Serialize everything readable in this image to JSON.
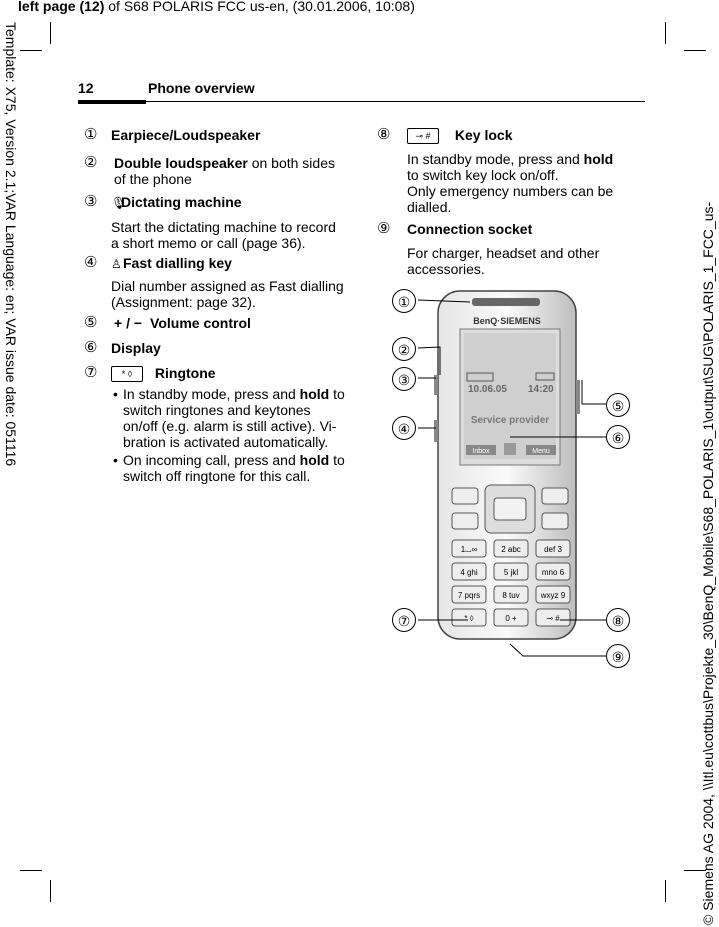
{
  "header": {
    "bold": "left page (12)",
    "rest": " of S68 POLARIS FCC us-en,  (30.01.2006, 10:08)"
  },
  "side_left": "Template: X75, Version 2.1;VAR Language: en; VAR issue date: 051116",
  "side_right": "© Siemens AG 2004, \\\\Itl.eu\\cottbus\\Projekte_30\\BenQ_Mobile\\S68_POLARIS_1\\output\\SUG\\POLARIS_1_FCC_us-",
  "page": {
    "number": "12",
    "title": "Phone overview"
  },
  "items": [
    {
      "num": "①",
      "title": "Earpiece/Loudspeaker"
    },
    {
      "num": "②",
      "title": "Double loudspeaker",
      "suffix": " on both sides of the phone"
    },
    {
      "num": "③",
      "title": "Dictating machine",
      "text": "Start the dictating machine to record a short memo or call (page 36)."
    },
    {
      "num": "④",
      "title": "Fast dialling key",
      "text": "Dial number assigned as Fast dialling (Assignment: page 32)."
    },
    {
      "num": "⑤",
      "prefix": "+ /  −",
      "title": "Volume control"
    },
    {
      "num": "⑥",
      "title": "Display"
    },
    {
      "num": "⑦",
      "key": "* ◊",
      "title": "Ringtone",
      "bullets": [
        {
          "a": "In standby mode, press and ",
          "b": "hold",
          "c": " to switch ringtones and keytones on/off (e.g. alarm is still active). Vi-bration is activated automatically."
        },
        {
          "a": "On incoming call, press and ",
          "b": "hold",
          "c": " to switch off ringtone for this call."
        }
      ]
    },
    {
      "num": "⑧",
      "key": "⊸ #",
      "title": "Key lock",
      "text_a": "In standby mode, press and ",
      "text_b": "hold",
      "text_c": " to switch key lock on/off.",
      "text2": "Only emergency numbers can be dialled."
    },
    {
      "num": "⑨",
      "title": "Connection socket",
      "text": "For charger, headset and other accessories."
    }
  ],
  "phone": {
    "brand": "BenQ·SIEMENS",
    "date": "10.06.05",
    "time": "14:20",
    "provider": "Service provider",
    "softkey_left": "Inbox",
    "softkey_right": "Menu",
    "keys": [
      [
        "1⌴∞",
        "2 abc",
        "def 3"
      ],
      [
        "4 ghi",
        "5 jkl",
        "mno 6"
      ],
      [
        "7 pqrs",
        "8 tuv",
        "wxyz 9"
      ],
      [
        "* ◊",
        "0 +",
        "⊸ #"
      ]
    ],
    "callouts": [
      "①",
      "②",
      "③",
      "④",
      "⑤",
      "⑥",
      "⑦",
      "⑧",
      "⑨"
    ]
  }
}
